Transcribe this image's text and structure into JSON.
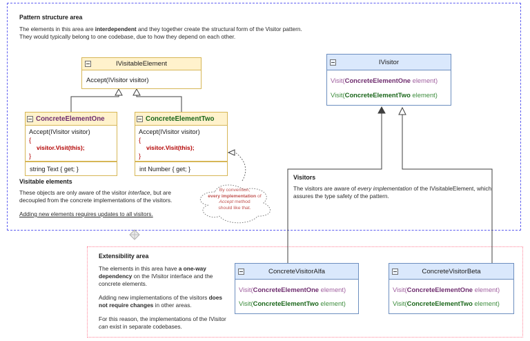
{
  "colors": {
    "yellow_fill": "#FFF2CC",
    "yellow_border": "#D6B656",
    "blue_fill": "#DAE8FC",
    "blue_border": "#6C8EBF",
    "purple": "#A0609F",
    "purple_bold": "#6E2C6E",
    "green": "#3C8C3C",
    "green_bold": "#1A661A",
    "code_red": "#B20000",
    "cloud_text": "#C0504D",
    "pattern_border": "#5B5BF0",
    "extensibility_border": "#FF8096",
    "connector": "#3F3F3F"
  },
  "pattern_area": {
    "title": "Pattern structure area",
    "p1_pre": "The elements in this area are ",
    "p1_bold": "interdependent",
    "p1_post": " and they together create the structural form of the Visitor pattern.",
    "p2": "They would typically belong to one codebase, due to how they depend on each other."
  },
  "ivisitable_element": {
    "title": "IVisitableElement",
    "method": "Accept(IVisitor visitor)"
  },
  "concrete_element_one": {
    "title": "ConcreteElementOne",
    "code_line1": "Accept(IVisitor visitor)",
    "code_line2": "{",
    "code_line3": "visitor.Visit(this);",
    "code_line4": "}",
    "property": "string Text { get; }"
  },
  "concrete_element_two": {
    "title": "ConcreteElementTwo",
    "code_line1": "Accept(IVisitor visitor)",
    "code_line2": "{",
    "code_line3": "visitor.Visit(this);",
    "code_line4": "}",
    "property": "int Number { get; }"
  },
  "ivisitor": {
    "title": "IVisitor",
    "m1_pre": "Visit(",
    "m1_bold": "ConcreteElementOne",
    "m1_post": " element)",
    "m2_pre": "Visit(",
    "m2_bold": "ConcreteElementTwo",
    "m2_post": " element)"
  },
  "visitable_note": {
    "heading": "Visitable elements",
    "p1_pre": "These objects are only aware of the visitor ",
    "p1_italic": "interface",
    "p1_post": ", but are decoupled from the concrete implementations of the visitors.",
    "p2": "Adding new elements requires updates to all visitors."
  },
  "visitors_note": {
    "heading": "Visitors",
    "p1_pre": "The visitors are aware of ",
    "p1_italic": "every implementation",
    "p1_post": " of the IVisitableElement, which assures the type safety of the pattern."
  },
  "cloud_note": {
    "l1": "By convention,",
    "l2_bold": "every implementation",
    "l2_post": " of",
    "l3_italic": "Accept",
    "l3_post": " method",
    "l4": "should like that."
  },
  "extensibility_area": {
    "title": "Extensibility area",
    "p1_pre": "The elements in this area have ",
    "p1_bold": "a one-way dependency",
    "p1_post": " on the IVisitor interface and the concrete elements.",
    "p2_pre": "Adding new implementations of the visitors ",
    "p2_bold": "does not require changes",
    "p2_post": " in other areas.",
    "p3_pre": "For this reason, the implementations of the IVisitor ",
    "p3_italic": "can",
    "p3_post": " exist in separate codebases."
  },
  "concrete_visitor_alfa": {
    "title": "ConcreteVisitorAlfa",
    "m1_pre": "Visit(",
    "m1_bold": "ConcreteElementOne",
    "m1_post": " element)",
    "m2_pre": "Visit(",
    "m2_bold": "ConcreteElementTwo",
    "m2_post": " element)"
  },
  "concrete_visitor_beta": {
    "title": "ConcreteVisitorBeta",
    "m1_pre": "Visit(",
    "m1_bold": "ConcreteElementOne",
    "m1_post": " element)",
    "m2_pre": "Visit(",
    "m2_bold": "ConcreteElementTwo",
    "m2_post": " element)"
  }
}
